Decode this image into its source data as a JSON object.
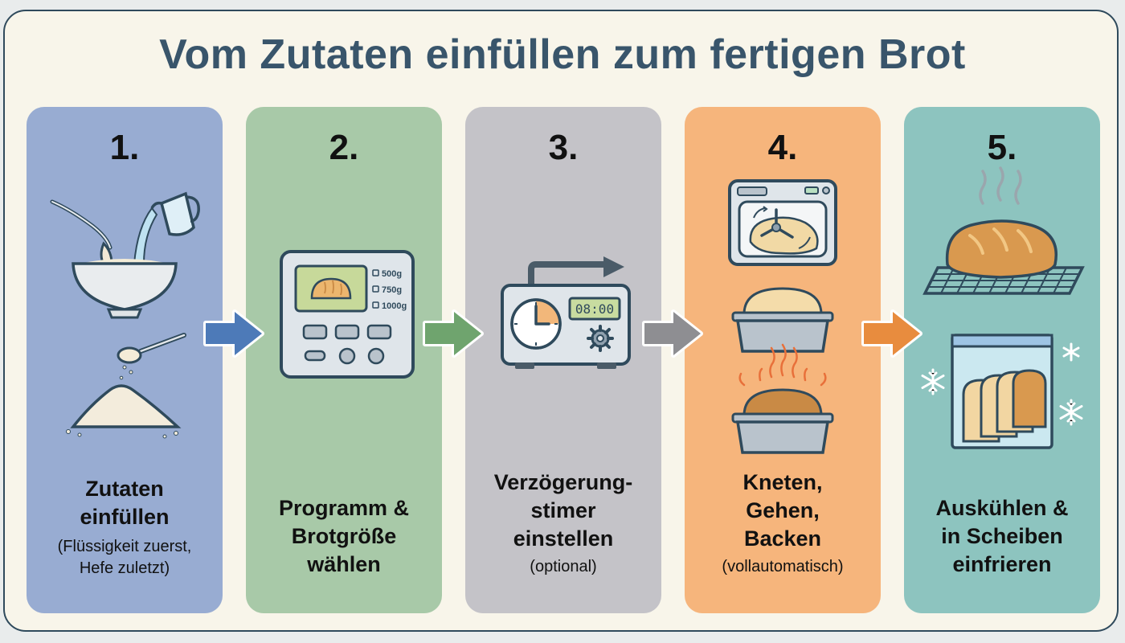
{
  "title": "Vom Zutaten einfüllen zum fertigen Brot",
  "steps": [
    {
      "number": "1.",
      "label_lines": [
        "Zutaten",
        "einfüllen"
      ],
      "note_lines": [
        "(Flüssigkeit zuerst,",
        "Hefe zuletzt)"
      ],
      "color": "#98acd2",
      "icons": [
        "pouring-bowl-icon",
        "flour-pile-spoon-icon"
      ]
    },
    {
      "number": "2.",
      "label_lines": [
        "Programm &",
        "Brotgröße",
        "wählen"
      ],
      "note_lines": [],
      "color": "#a8c9a8",
      "icons": [
        "bread-machine-panel-icon"
      ],
      "size_options": [
        "500g",
        "750g",
        "1000g"
      ]
    },
    {
      "number": "3.",
      "label_lines": [
        "Verzögerung-",
        "stimer",
        "einstellen"
      ],
      "note_lines": [
        "(optional)"
      ],
      "color": "#c4c3c8",
      "icons": [
        "delay-timer-icon"
      ],
      "timer_display": "08:00"
    },
    {
      "number": "4.",
      "label_lines": [
        "Kneten,",
        "Gehen,",
        "Backen"
      ],
      "note_lines": [
        "(vollautomatisch)"
      ],
      "color": "#f6b57c",
      "icons": [
        "kneading-machine-icon",
        "rising-dough-pan-icon",
        "baking-bread-pan-icon"
      ]
    },
    {
      "number": "5.",
      "label_lines": [
        "Auskühlen &",
        "in Scheiben",
        "einfrieren"
      ],
      "note_lines": [],
      "color": "#8dc4bf",
      "icons": [
        "cooling-bread-rack-icon",
        "frozen-slices-bag-icon",
        "snowflake-icon"
      ]
    }
  ],
  "arrow_colors": [
    "#4d7ab8",
    "#6fa46e",
    "#8e8e92",
    "#e88c3e"
  ]
}
